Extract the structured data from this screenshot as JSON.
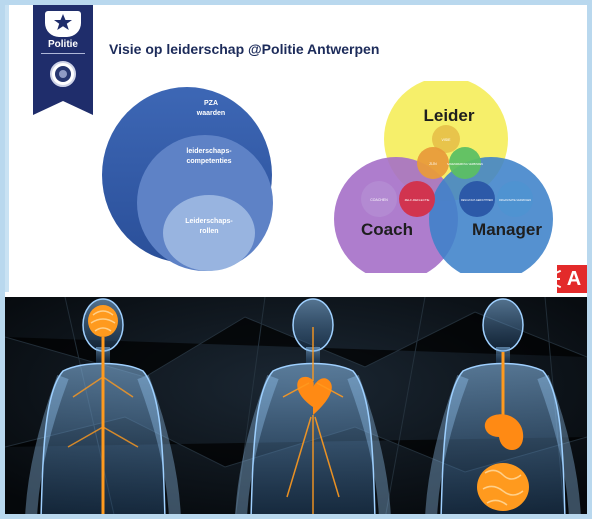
{
  "slide": {
    "title": "Visie op leiderschap @Politie Antwerpen",
    "badge_label": "Politie"
  },
  "ellipses": {
    "outer": [
      "PZA",
      "waarden"
    ],
    "middle": [
      "leiderschaps-",
      "competenties"
    ],
    "inner": [
      "Leiderschaps-",
      "rollen"
    ]
  },
  "venn": {
    "leader": "Leider",
    "coach": "Coach",
    "manager": "Manager",
    "small_labels": {
      "top": "VISIE",
      "left_center": "ZIJN",
      "right_center": "SAMENWERKING VERBINDEN",
      "coach_left": "COACHEN",
      "coach_center": "ZELF-REFLECTIE",
      "manager_center": "RESULTAAT-GERICHTHEID",
      "manager_right": "ORGANISATIE-VERMOGEN"
    }
  },
  "logo": {
    "letter": "A"
  },
  "colors": {
    "leader": "#f5ee62",
    "coach": "#a56fc8",
    "manager": "#3d82c9",
    "slide_title": "#1c2b5a",
    "badge": "#1f2d6b",
    "organ": "#ff9a1e"
  }
}
